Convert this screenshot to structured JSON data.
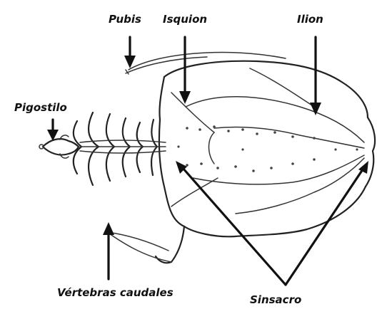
{
  "labels": {
    "pubis": "Pubis",
    "isquion": "Isquion",
    "ilion": "Ilion",
    "pigostilo": "Pigostilo",
    "vertebras_caudales": "Vértebras caudales",
    "sinsacro": "Sinsacro"
  }
}
